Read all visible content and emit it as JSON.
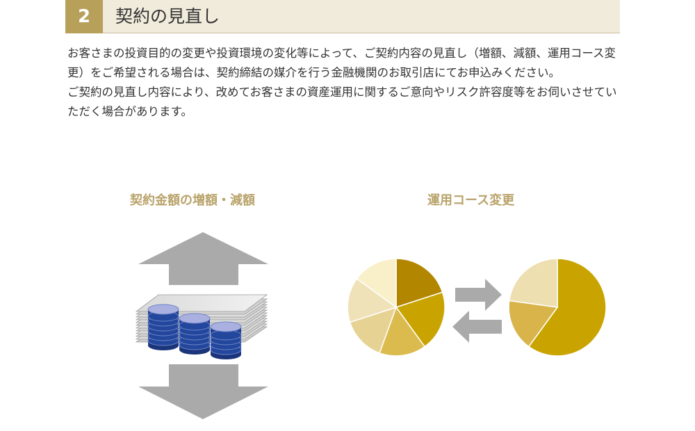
{
  "section": {
    "number": "2",
    "title": "契約の見直し"
  },
  "body": {
    "paragraph1": "お客さまの投資目的の変更や投資環境の変化等によって、ご契約内容の見直し（増額、減額、運用コース変更）をご希望される場合は、契約締結の媒介を行う金融機関のお取引店にてお申込みください。",
    "paragraph2": "ご契約の見直し内容により、改めてお客さまの資産運用に関するご意向やリスク許容度等をお伺いさせていただく場合があります。"
  },
  "illustrations": {
    "left_caption": "契約金額の増額・減額",
    "right_caption": "運用コース変更"
  },
  "colors": {
    "accent": "#b7a05a",
    "header_bg": "#f1ebdc",
    "caption": "#b9a36a",
    "arrow_gray": "#aaaaaa",
    "coin_blue": "#1f3f8f",
    "gold_dark": "#b38600",
    "gold": "#c9a400",
    "gold_light": "#f9f0c9"
  }
}
